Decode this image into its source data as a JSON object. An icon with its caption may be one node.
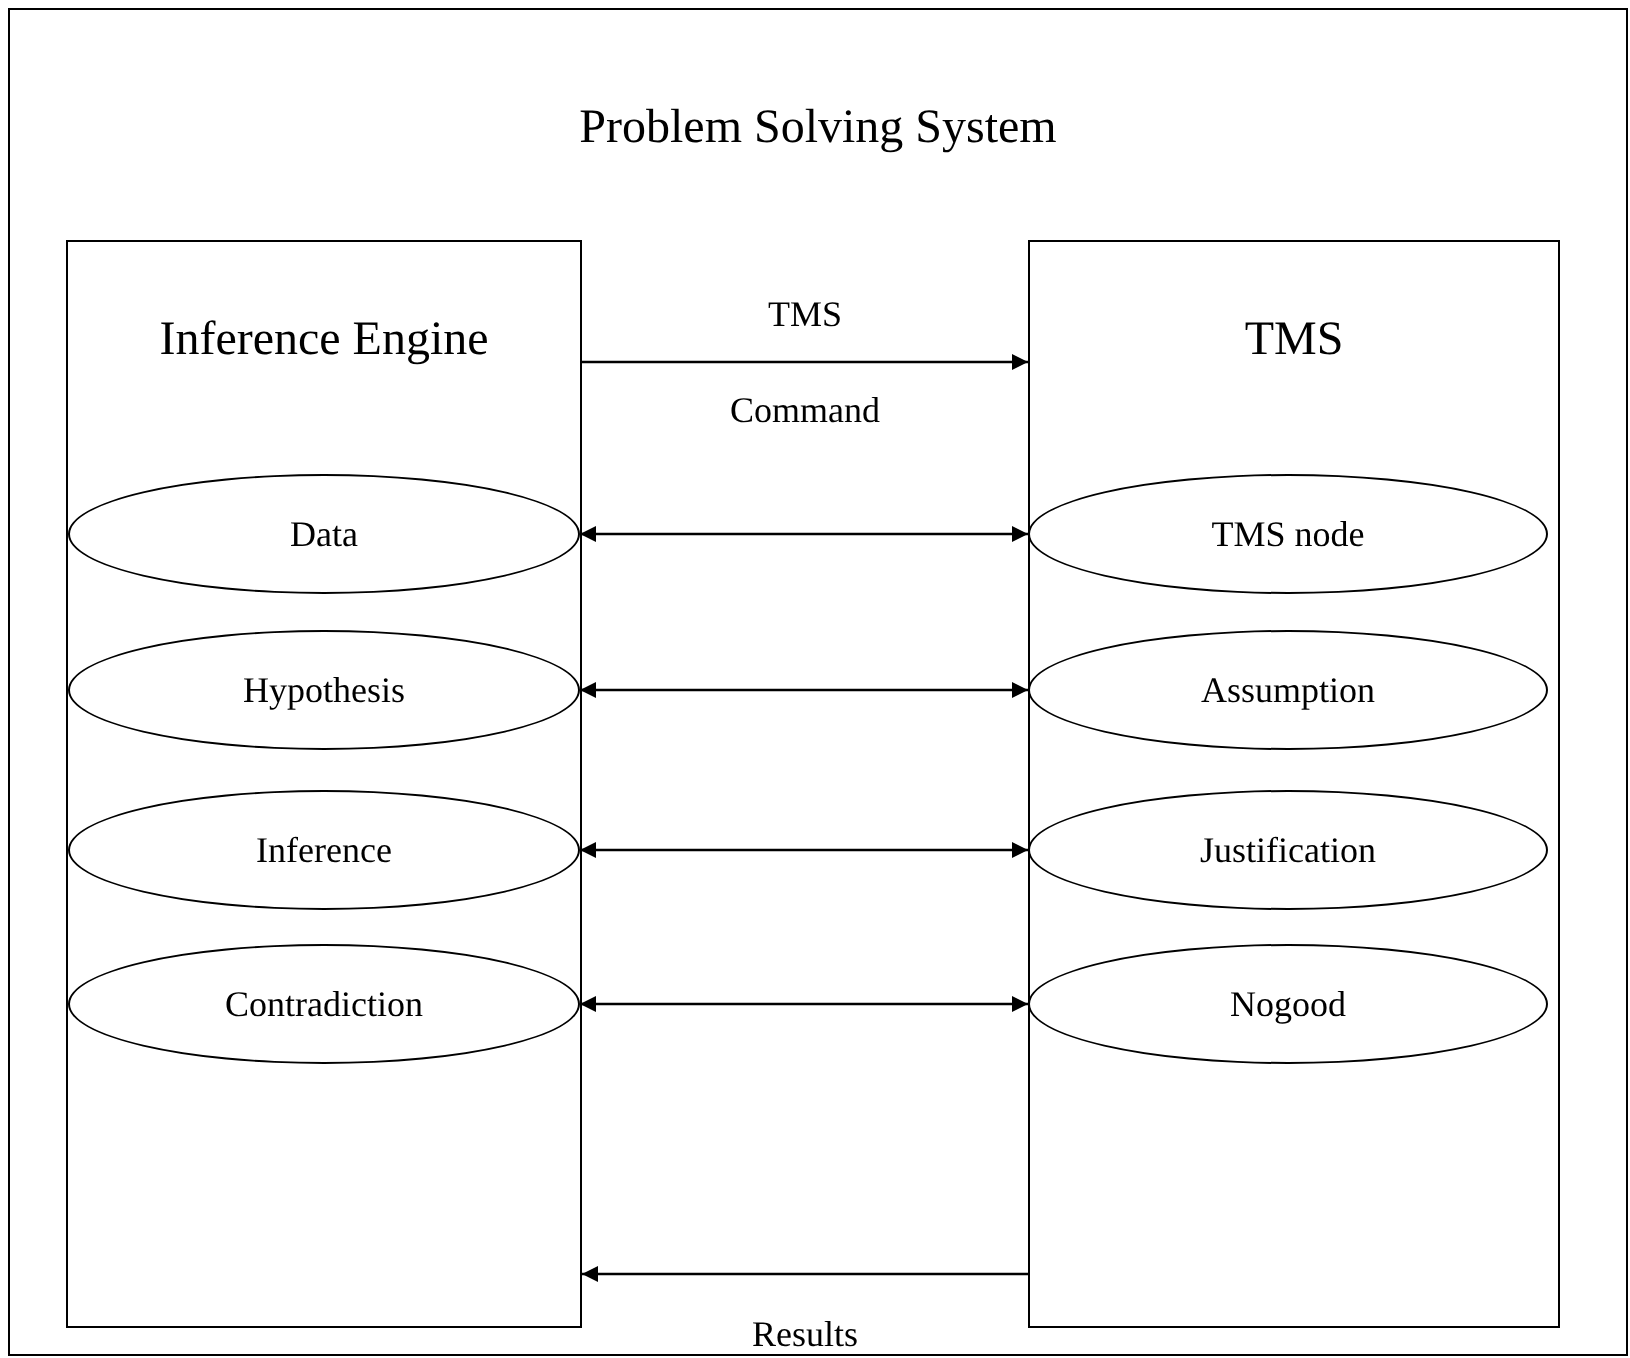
{
  "diagram": {
    "nodes": [
      {
        "text": [
          "Problem Solving System"
        ]
      },
      {
        "text": [
          "Inference Engine"
        ],
        "in": 0
      },
      {
        "text": [
          "Data"
        ],
        "in": 1
      },
      {
        "text": [
          "Hypothesis"
        ],
        "in": 1
      },
      {
        "text": [
          "Inference"
        ],
        "in": 1
      },
      {
        "text": [
          "Contradiction"
        ],
        "in": 1
      },
      {
        "text": [
          "TMS"
        ],
        "in": 0
      },
      {
        "text": [
          "TMS node"
        ],
        "in": 6
      },
      {
        "text": [
          "Assumption"
        ],
        "in": 6
      },
      {
        "text": [
          "Justification"
        ],
        "in": 6
      },
      {
        "text": [
          "Nogood"
        ],
        "in": 6
      }
    ],
    "edges": [
      {
        "from": 1,
        "to": 6,
        "arrow": "to",
        "label": "TMS Command"
      },
      {
        "from": 2,
        "to": 7,
        "arrow": "both"
      },
      {
        "from": 3,
        "to": 8,
        "arrow": "both"
      },
      {
        "from": 4,
        "to": 9,
        "arrow": "both"
      },
      {
        "from": 5,
        "to": 10,
        "arrow": "both"
      },
      {
        "from": 6,
        "to": 1,
        "arrow": "to",
        "label": "Results"
      }
    ]
  }
}
